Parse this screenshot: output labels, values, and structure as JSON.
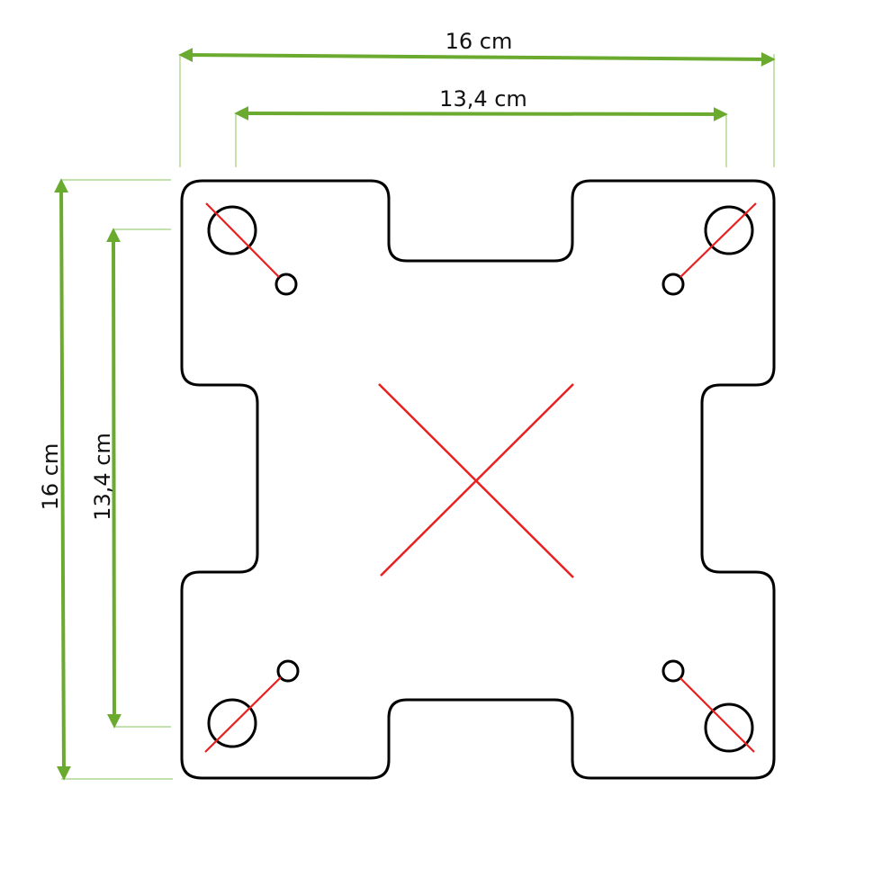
{
  "dimensions": {
    "outer_width": "16 cm",
    "inner_width": "13,4 cm",
    "outer_height": "16 cm",
    "inner_height": "13,4 cm"
  },
  "colors": {
    "dimension_line": "#6aaa2f",
    "extension_line": "#9fcf7a",
    "plate_outline": "#000000",
    "center_mark": "#e82020"
  }
}
